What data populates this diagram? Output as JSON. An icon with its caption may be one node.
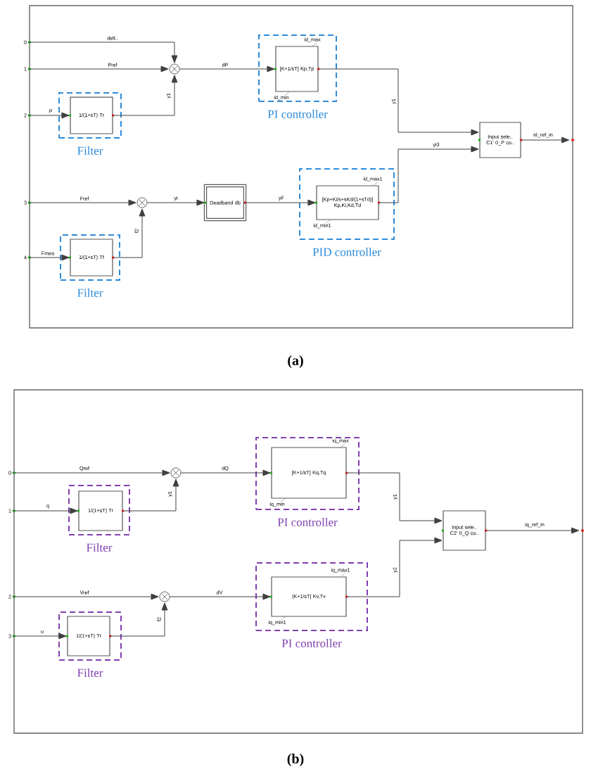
{
  "diagram": {
    "nodes": [
      {
        "text": [
          "0"
        ]
      },
      {
        "text": [
          "1"
        ]
      },
      {
        "text": [
          "2"
        ]
      },
      {
        "text": [
          "3"
        ]
      },
      {
        "text": [
          "4"
        ]
      },
      {
        "text": [],
        "shape": "circle"
      },
      {
        "text": [
          "Filter"
        ]
      },
      {
        "text": [
          "1/(1+sT) Tr"
        ],
        "in": 6
      },
      {
        "text": [
          "PI controller"
        ]
      },
      {
        "text": [
          "[K+1/sT] Kp,Tp"
        ],
        "in": 8,
        "beside": [
          "id_max",
          "id_min"
        ]
      },
      {
        "text": [
          "Input sele.. C1' 0_P co.."
        ]
      },
      {
        "text": [],
        "shape": "circle"
      },
      {
        "text": [
          "Deadband db"
        ]
      },
      {
        "text": [
          "PID controller"
        ]
      },
      {
        "text": [
          "[Kp+Ki/s+sKd/(1+sTd)] Kp,Ki,Kd,Td"
        ],
        "in": 13,
        "beside": [
          "id_max1",
          "id_min1"
        ]
      },
      {
        "text": [
          "Filter"
        ]
      },
      {
        "text": [
          "1/(1+sT) Tf"
        ],
        "in": 15
      },
      {
        "text": [
          "0"
        ]
      },
      {
        "text": [
          "1"
        ]
      },
      {
        "text": [
          "2"
        ]
      },
      {
        "text": [
          "3"
        ]
      },
      {
        "text": [],
        "shape": "circle"
      },
      {
        "text": [
          "Filter"
        ]
      },
      {
        "text": [
          "1/(1+sT) Tr"
        ],
        "in": 22
      },
      {
        "text": [
          "PI controller"
        ]
      },
      {
        "text": [
          "[K+1/sT] Kq,Tq"
        ],
        "in": 24,
        "beside": [
          "iq_max",
          "iq_min"
        ]
      },
      {
        "text": [
          "Input sele.. C2' 0_Q co.."
        ]
      },
      {
        "text": [],
        "shape": "circle"
      },
      {
        "text": [
          "Filter"
        ]
      },
      {
        "text": [
          "1/(1+sT) Tr"
        ],
        "in": 28
      },
      {
        "text": [
          "PI controller"
        ]
      },
      {
        "text": [
          "[K+1/sT] Kv,Tv"
        ],
        "in": 30,
        "beside": [
          "iq_max1",
          "iq_min1"
        ]
      }
    ],
    "edges": [
      {
        "from": 0,
        "to": 5,
        "arrow": "to",
        "label": "delt.."
      },
      {
        "from": 1,
        "to": 5,
        "arrow": "to",
        "label": "Pref"
      },
      {
        "from": 2,
        "to": 7,
        "arrow": "to",
        "label": "P"
      },
      {
        "from": 7,
        "to": 5,
        "arrow": "to",
        "label": "y1"
      },
      {
        "from": 5,
        "to": 9,
        "arrow": "to",
        "label": "dP"
      },
      {
        "from": 9,
        "to": 10,
        "arrow": "to",
        "label": "y1"
      },
      {
        "from": 14,
        "to": 10,
        "arrow": "to",
        "label": "yi3"
      },
      {
        "from": 10,
        "to": null,
        "arrow": "to",
        "label": "id_ref_in"
      },
      {
        "from": 3,
        "to": 11,
        "arrow": "to",
        "label": "Fref"
      },
      {
        "from": 4,
        "to": 16,
        "arrow": "to",
        "label": "Fmea"
      },
      {
        "from": 16,
        "to": 11,
        "arrow": "to",
        "label": "f2"
      },
      {
        "from": 11,
        "to": 12,
        "arrow": "to",
        "label": "yi"
      },
      {
        "from": 12,
        "to": 14,
        "arrow": "to",
        "label": "yF"
      },
      {
        "from": 17,
        "to": 21,
        "arrow": "to",
        "label": "Qref"
      },
      {
        "from": 18,
        "to": 23,
        "arrow": "to",
        "label": "q"
      },
      {
        "from": 23,
        "to": 21,
        "arrow": "to",
        "label": "y1"
      },
      {
        "from": 21,
        "to": 25,
        "arrow": "to",
        "label": "dQ"
      },
      {
        "from": 25,
        "to": 26,
        "arrow": "to",
        "label": "y1"
      },
      {
        "from": 31,
        "to": 26,
        "arrow": "to",
        "label": "y2"
      },
      {
        "from": 26,
        "to": null,
        "arrow": "to",
        "label": "iq_ref_in"
      },
      {
        "from": 19,
        "to": 27,
        "arrow": "to",
        "label": "Vref"
      },
      {
        "from": 20,
        "to": 29,
        "arrow": "to",
        "label": "u"
      },
      {
        "from": 29,
        "to": 27,
        "arrow": "to",
        "label": "f2"
      },
      {
        "from": 27,
        "to": 31,
        "arrow": "to",
        "label": "dV"
      }
    ],
    "labels": [
      "(a)",
      "(b)"
    ]
  }
}
